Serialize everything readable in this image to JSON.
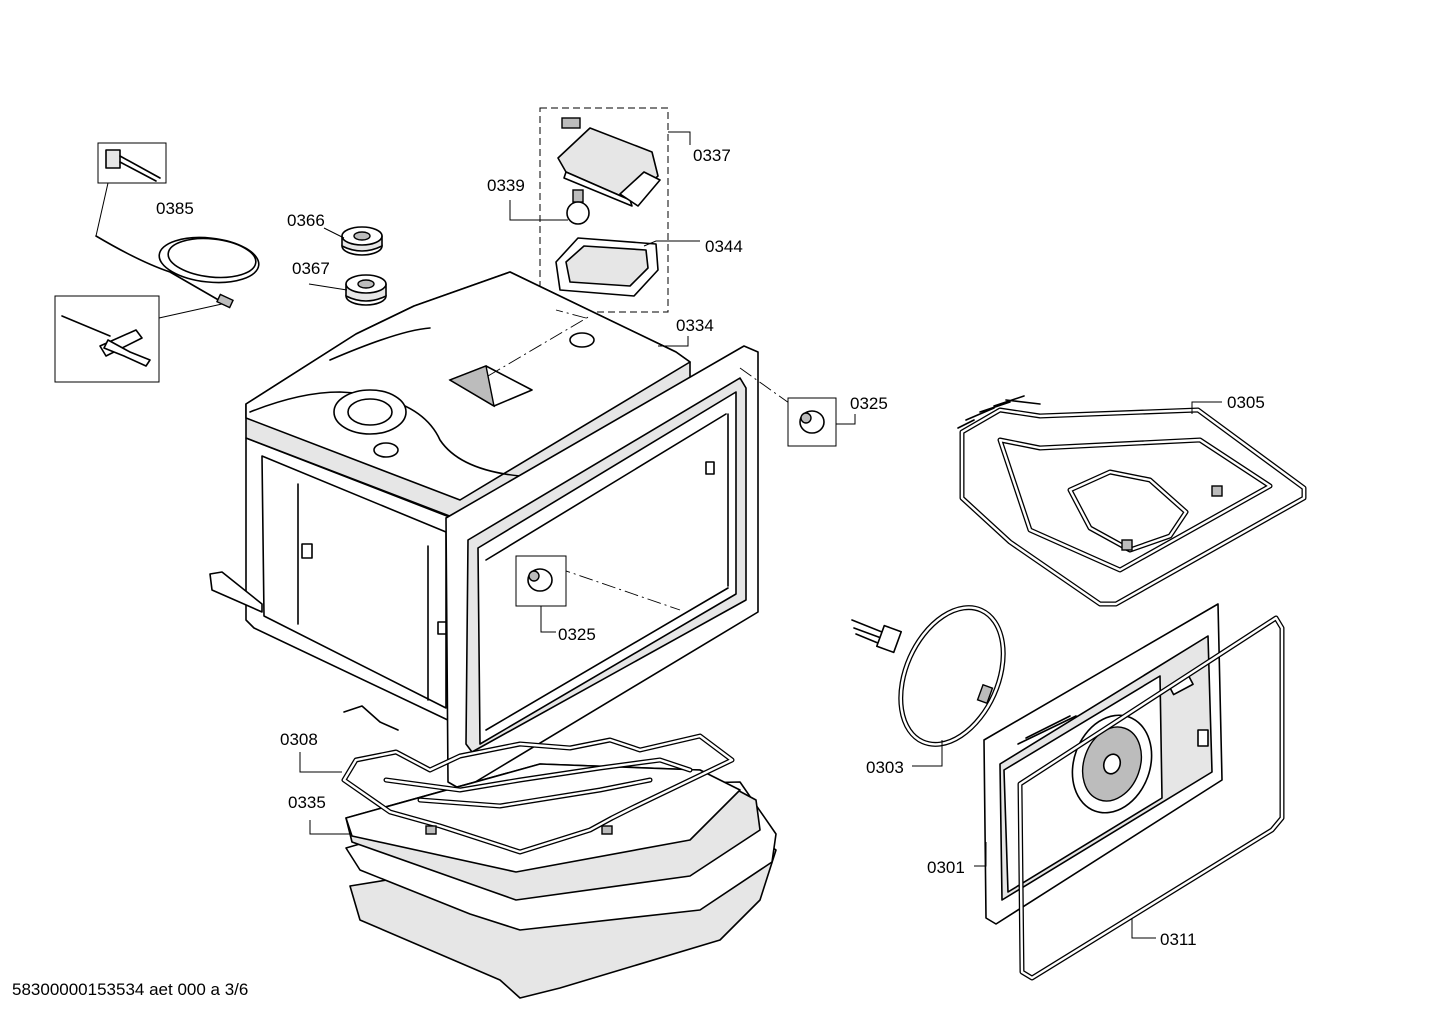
{
  "labels": {
    "p0385": "0385",
    "p0366": "0366",
    "p0367": "0367",
    "p0339": "0339",
    "p0337": "0337",
    "p0344": "0344",
    "p0334": "0334",
    "p0325_top": "0325",
    "p0325_mid": "0325",
    "p0305": "0305",
    "p0303": "0303",
    "p0308": "0308",
    "p0335": "0335",
    "p0301": "0301",
    "p0311": "0311"
  },
  "footer": "58300000153534 aet 000 a 3/6"
}
